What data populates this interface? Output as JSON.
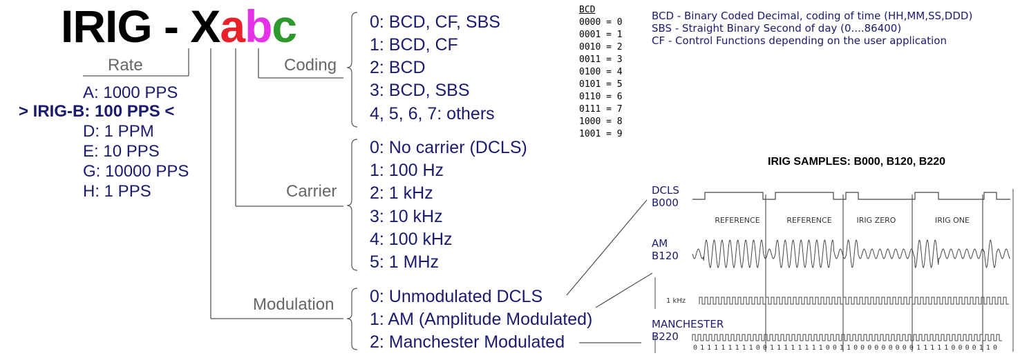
{
  "title": {
    "prefix": "IRIG - X",
    "a": "a",
    "b": "b",
    "c": "c",
    "colors": {
      "a": "#e8212b",
      "b": "#e632e6",
      "c": "#2e9a2e"
    }
  },
  "rate": {
    "label": "Rate",
    "items": [
      "A: 1000 PPS",
      "> IRIG-B: 100 PPS <",
      "D: 1 PPM",
      "E: 10 PPS",
      "G: 10000 PPS",
      "H: 1 PPS"
    ]
  },
  "coding": {
    "label": "Coding",
    "items": [
      "0: BCD, CF, SBS",
      "1: BCD, CF",
      "2: BCD",
      "3: BCD, SBS",
      "4, 5, 6, 7: others"
    ]
  },
  "carrier": {
    "label": "Carrier",
    "items": [
      "0: No carrier (DCLS)",
      "1: 100 Hz",
      "2: 1 kHz",
      "3: 10 kHz",
      "4: 100 kHz",
      "5: 1 MHz"
    ]
  },
  "modulation": {
    "label": "Modulation",
    "items": [
      "0: Unmodulated DCLS",
      "1: AM (Amplitude Modulated)",
      "2: Manchester Modulated"
    ]
  },
  "bcd_table": {
    "header": "BCD",
    "rows": [
      "0000 = 0",
      "0001 = 1",
      "0010 = 2",
      "0011 = 3",
      "0100 = 4",
      "0101 = 5",
      "0110 = 6",
      "0111 = 7",
      "1000 = 8",
      "1001 = 9"
    ]
  },
  "legend": [
    "BCD - Binary Coded Decimal, coding of time (HH,MM,SS,DDD)",
    "SBS - Straight Binary Second of day (0....86400)",
    "CF - Control Functions depending on the user application"
  ],
  "samples": {
    "title": "IRIG SAMPLES: B000, B120, B220",
    "dcls_label": [
      "DCLS",
      "B000"
    ],
    "am_label": [
      "AM",
      "B120"
    ],
    "manchester_label": [
      "MANCHESTER",
      "B220"
    ],
    "bit_labels": [
      "REFERENCE",
      "REFERENCE",
      "IRIG ZERO",
      "IRIG ONE"
    ],
    "clock_label": "1 kHz",
    "bit_string": "01111111100111111110011000000000111110000110",
    "colors": {
      "trace": "#444444",
      "text": "#1a1a6e"
    }
  }
}
